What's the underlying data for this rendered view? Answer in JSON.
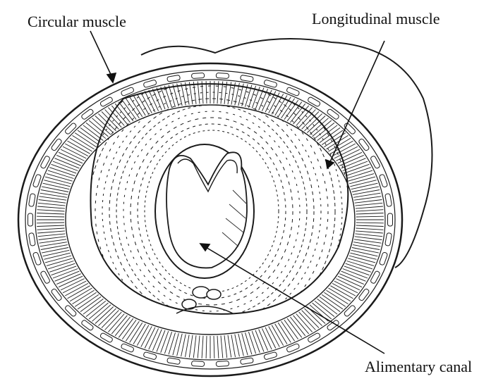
{
  "labels": {
    "circular_muscle": "Circular muscle",
    "longitudinal_muscle": "Longitudinal muscle",
    "alimentary_canal": "Alimentary canal"
  },
  "colors": {
    "ink": "#1a1a1a",
    "background": "#ffffff"
  }
}
